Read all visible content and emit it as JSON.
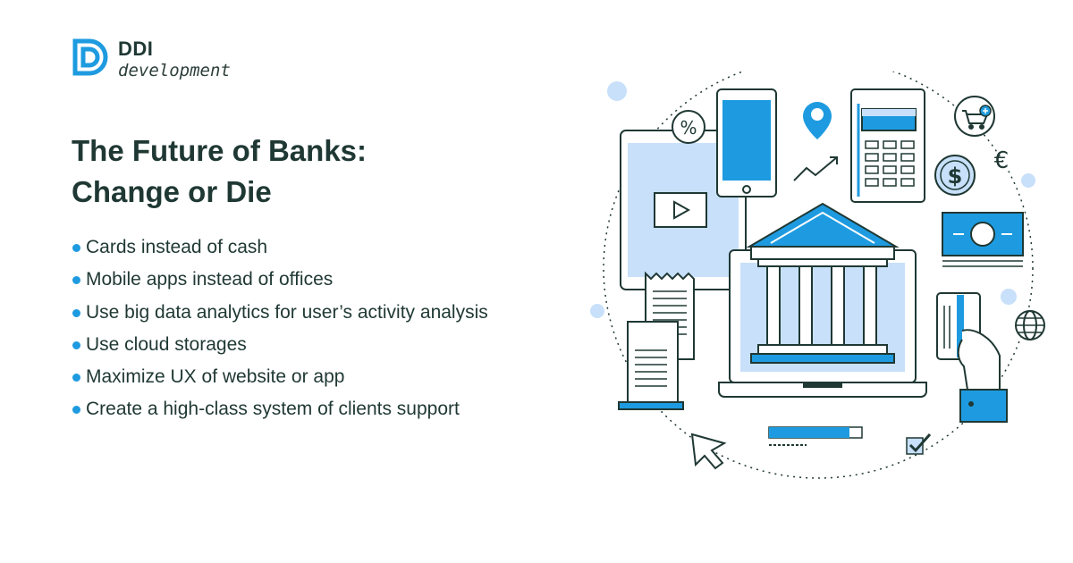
{
  "brand": {
    "name": "DDI",
    "tagline": "development",
    "accent": "#1e9be0",
    "light_accent": "#c8e0fa",
    "text_dark": "#1f3833"
  },
  "headline": {
    "line1": "The Future of Banks:",
    "line2": "Change or Die"
  },
  "bullets": [
    "Cards instead of cash",
    "Mobile apps instead of offices",
    "Use big data analytics for user’s activity analysis",
    "Use cloud storages",
    "Maximize UX of website or app",
    "Create a high-class system of clients support"
  ],
  "illustration": {
    "percent_symbol": "%",
    "dollar_symbol": "$",
    "euro_symbol": "€",
    "icons": [
      "bank-icon",
      "phone-icon",
      "tablet-icon",
      "location-pin-icon",
      "calculator-icon",
      "cart-icon",
      "dollar-coin-icon",
      "euro-icon",
      "banknote-icon",
      "credit-card-icon",
      "globe-icon",
      "receipt-icon",
      "cursor-icon",
      "checkbox-icon",
      "trend-chart-icon",
      "play-icon",
      "progress-bar-icon"
    ]
  }
}
